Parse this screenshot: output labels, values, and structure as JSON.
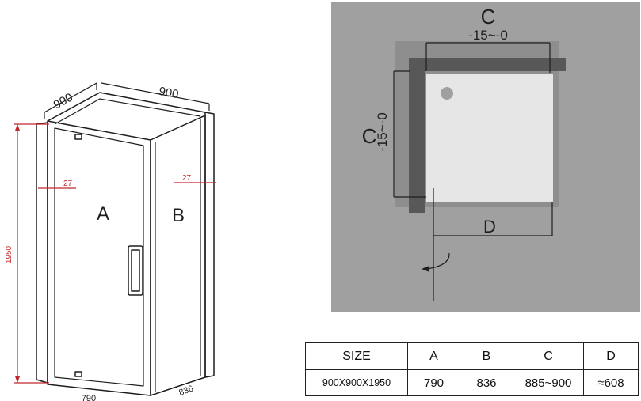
{
  "drawing": {
    "width_left": "900",
    "width_right": "900",
    "height": "1950",
    "offset_left": "27",
    "offset_right": "27",
    "panel_a": "A",
    "panel_b": "B",
    "bottom_a": "790",
    "bottom_b": "836"
  },
  "plan": {
    "top_label": "C",
    "top_range": "-15~-0",
    "side_label": "C",
    "side_range": "-15~-0",
    "door_label": "D"
  },
  "table": {
    "headers": [
      "SIZE",
      "A",
      "B",
      "C",
      "D"
    ],
    "row": [
      "900X900X1950",
      "790",
      "836",
      "885~900",
      "≈608"
    ]
  },
  "colors": {
    "dimension_red": "#c1272d",
    "plan_background": "#a0a0a0",
    "tray": "#e6e6e6",
    "wall": "#585858"
  }
}
